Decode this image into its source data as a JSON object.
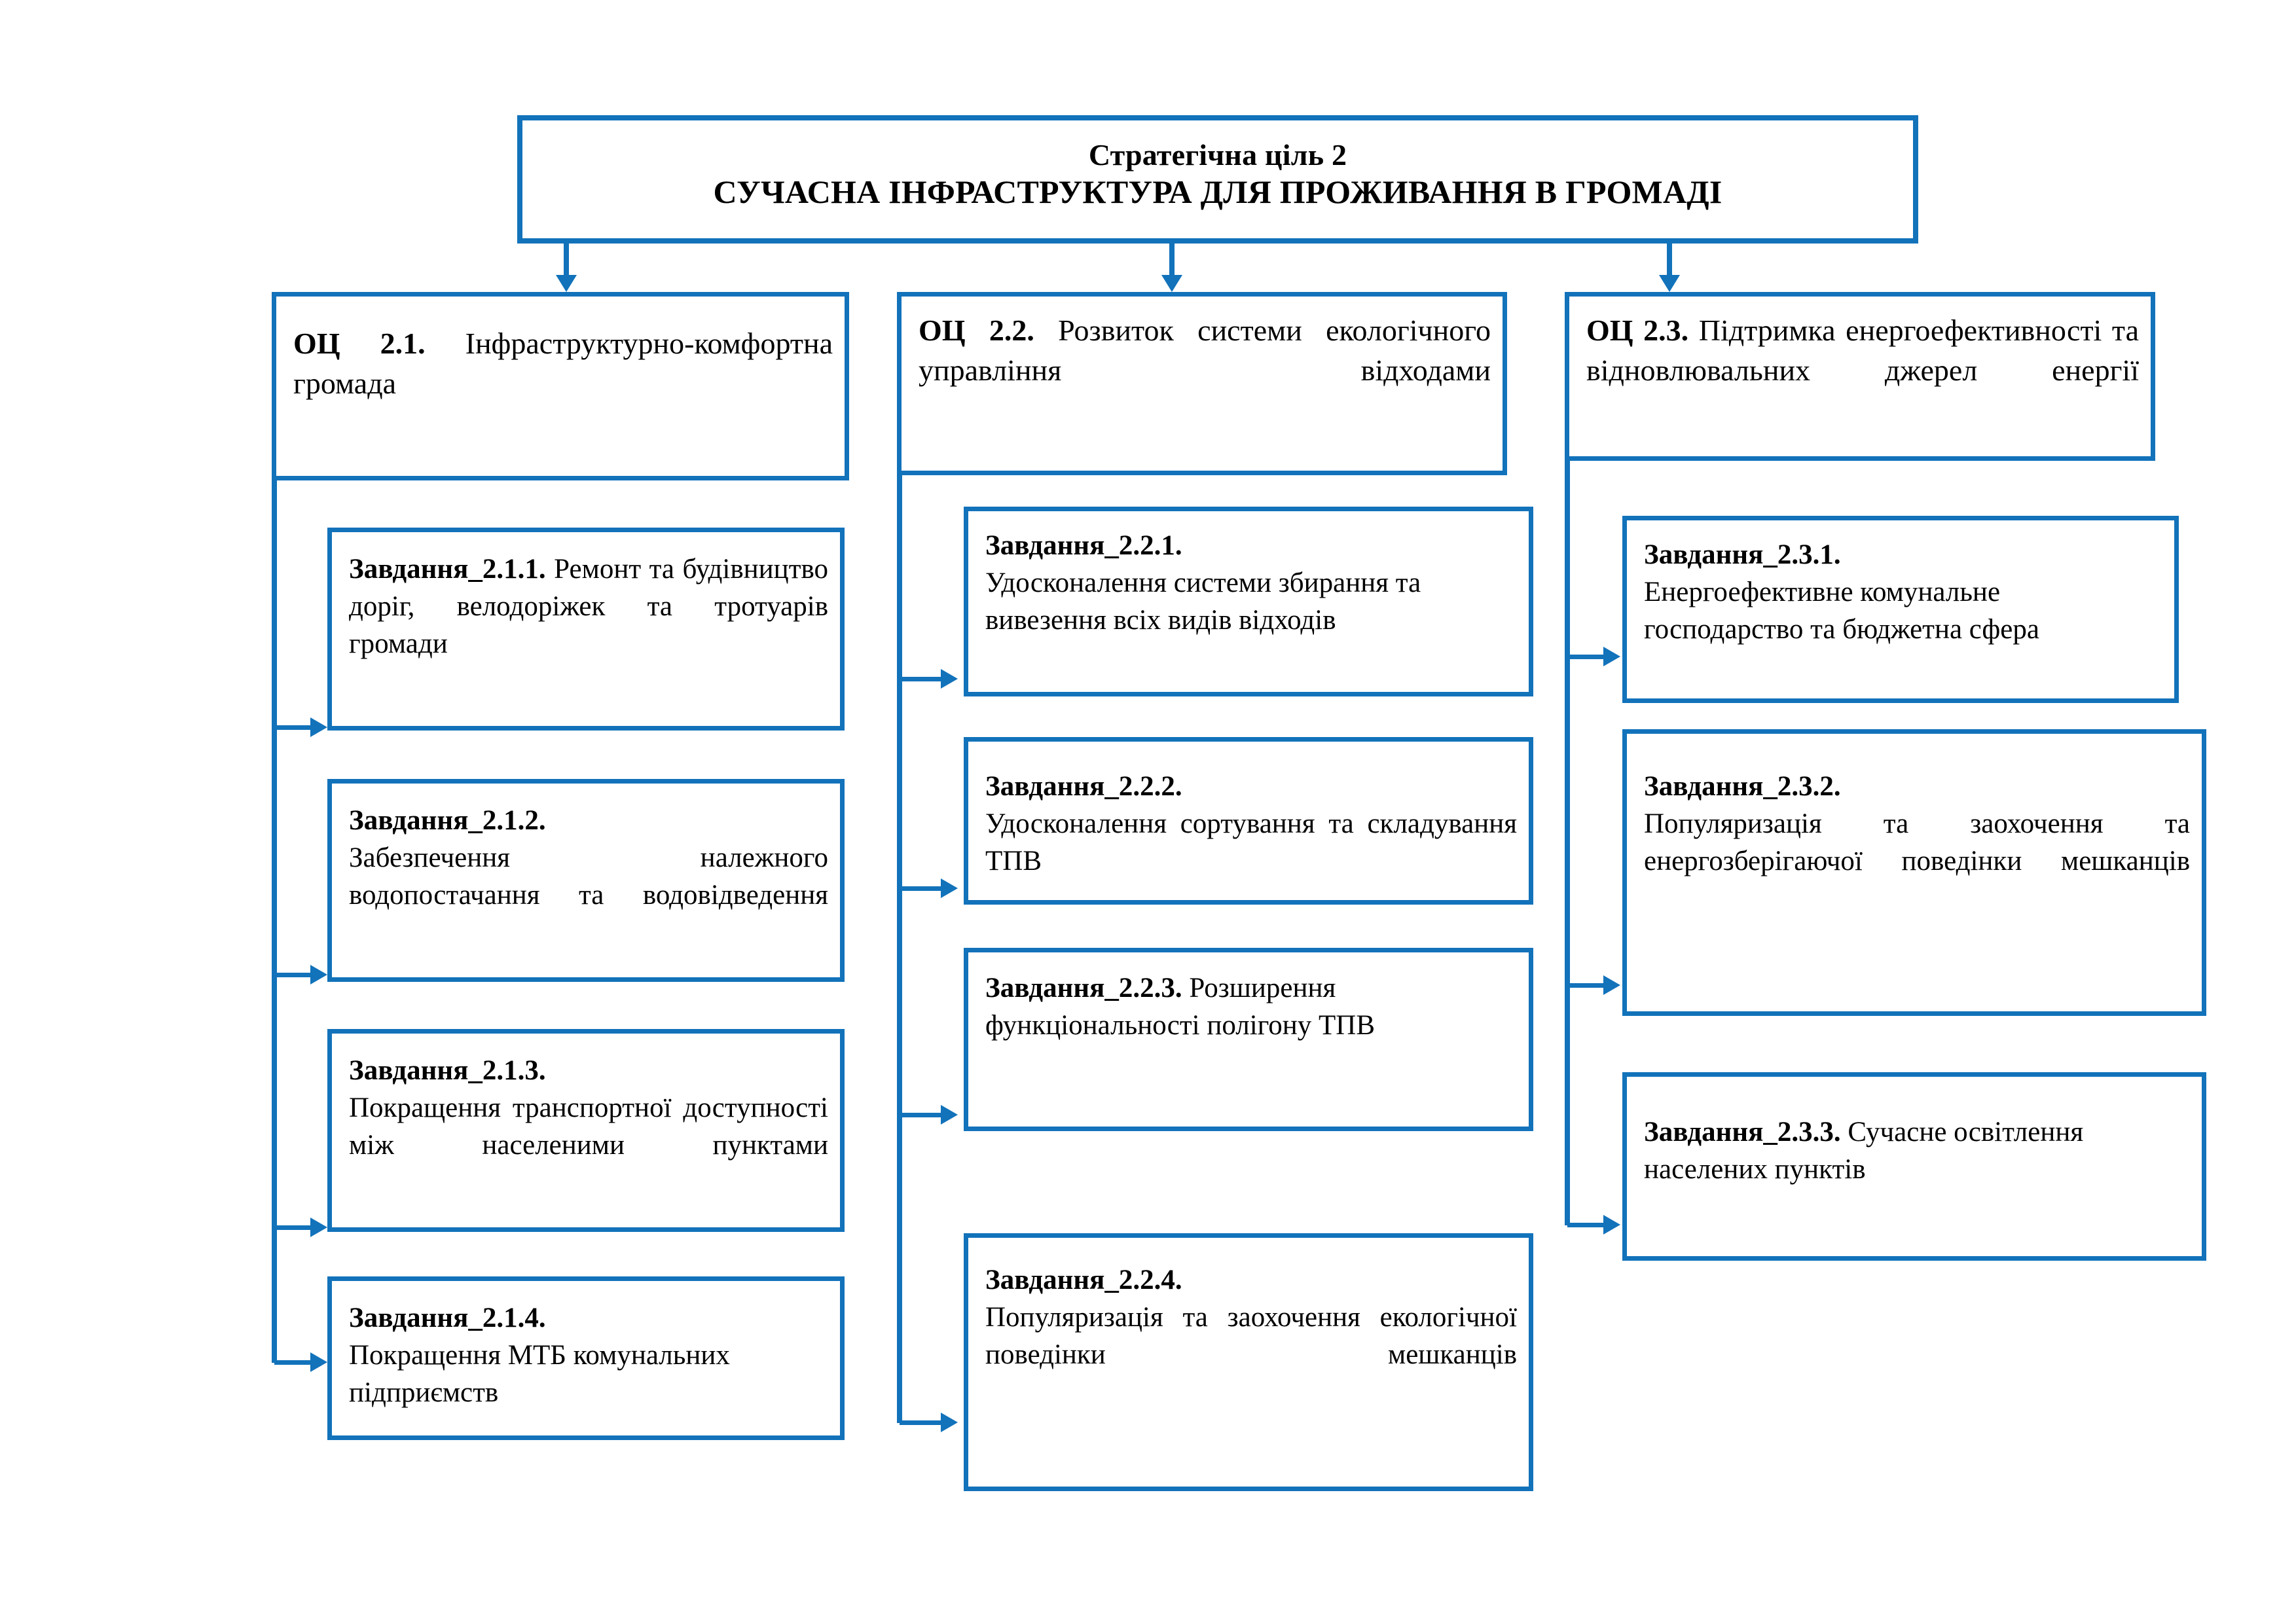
{
  "diagram": {
    "accent_color": "#1272ba",
    "header": {
      "line1": "Стратегічна ціль 2",
      "line2": "СУЧАСНА ІНФРАСТРУКТУРА ДЛЯ ПРОЖИВАННЯ В ГРОМАДІ"
    },
    "objectives": [
      {
        "code": "ОЦ 2.1.",
        "text": "Інфраструктурно-комфортна громада",
        "tasks": [
          {
            "code": "Завдання_2.1.1.",
            "text": "Ремонт та будівництво доріг, велодоріжек та тротуарів громади"
          },
          {
            "code": "Завдання_2.1.2.",
            "text": "Забезпечення належного водопостачання та водовідведення"
          },
          {
            "code": "Завдання_2.1.3.",
            "text": "Покращення транспортної доступності між населеними пунктами"
          },
          {
            "code": "Завдання_2.1.4.",
            "text": "Покращення МТБ комунальних підприємств"
          }
        ]
      },
      {
        "code": "ОЦ 2.2.",
        "text": "Розвиток системи екологічного управління відходами",
        "tasks": [
          {
            "code": "Завдання_2.2.1.",
            "text": "Удосконалення системи збирання та  вивезення всіх видів відходів"
          },
          {
            "code": "Завдання_2.2.2.",
            "text": "Удосконалення сортування та складування ТПВ"
          },
          {
            "code": "Завдання_2.2.3.",
            "text": "Розширення функціональності полігону ТПВ"
          },
          {
            "code": "Завдання_2.2.4.",
            "text": "Популяризація та заохочення екологічної поведінки мешканців"
          }
        ]
      },
      {
        "code": "ОЦ 2.3.",
        "text": "Підтримка енергоефективності та відновлювальних джерел енергії",
        "tasks": [
          {
            "code": "Завдання_2.3.1.",
            "text": "Енергоефективне комунальне господарство та бюджетна сфера"
          },
          {
            "code": "Завдання_2.3.2.",
            "text": "Популяризація та заохочення та енергозберігаючої поведінки мешканців"
          },
          {
            "code": "Завдання_2.3.3.",
            "text": "Сучасне освітлення населених пунктів"
          }
        ]
      }
    ]
  }
}
